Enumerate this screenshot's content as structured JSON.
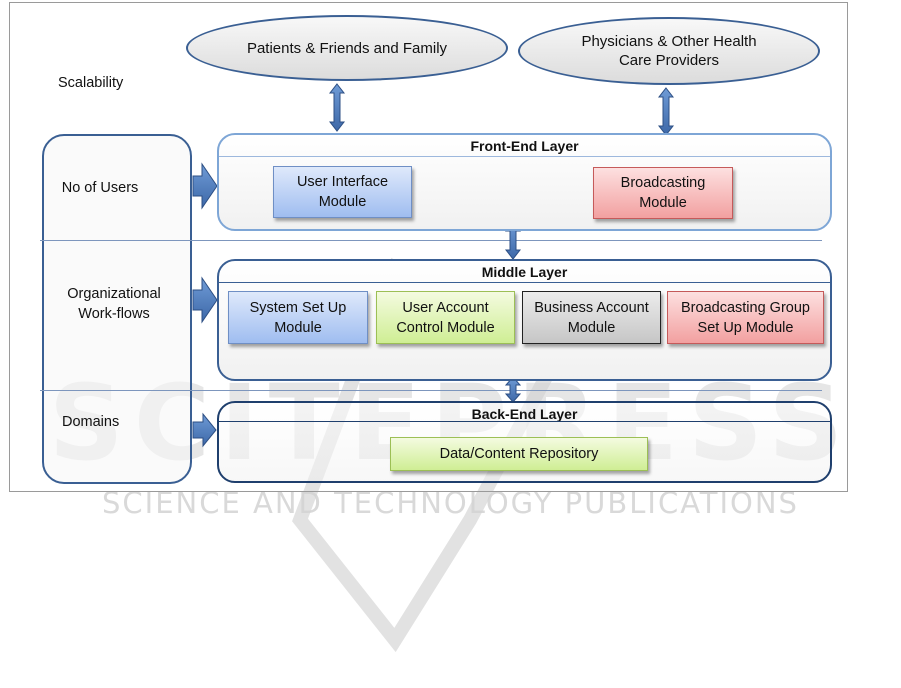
{
  "watermark": {
    "brand": "SCITEPRESS",
    "subtitle": "SCIENCE AND TECHNOLOGY PUBLICATIONS"
  },
  "stakeholders": {
    "patients": "Patients & Friends and Family",
    "physicians_line1": "Physicians & Other Health",
    "physicians_line2": "Care Providers"
  },
  "side": {
    "scalability": "Scalability",
    "users": "No of Users",
    "workflows_line1": "Organizational",
    "workflows_line2": "Work-flows",
    "domains": "Domains"
  },
  "front_end": {
    "title": "Front-End Layer",
    "ui_line1": "User Interface",
    "ui_line2": "Module",
    "bc_line1": "Broadcasting",
    "bc_line2": "Module"
  },
  "middle": {
    "title": "Middle Layer",
    "setup_line1": "System Set Up",
    "setup_line2": "Module",
    "uac_line1": "User Account",
    "uac_line2": "Control Module",
    "bam_line1": "Business Account",
    "bam_line2": "Module",
    "bgs_line1": "Broadcasting Group",
    "bgs_line2": "Set Up Module"
  },
  "back_end": {
    "title": "Back-End Layer",
    "repo": "Data/Content Repository"
  },
  "colors": {
    "border_blue": "#3a5f93",
    "module_blue": "#9fbdf0",
    "module_red": "#f2a0a0",
    "module_green": "#cfee94",
    "module_gray": "#c6c6c6",
    "arrow_blue": "#4f7cbf"
  }
}
